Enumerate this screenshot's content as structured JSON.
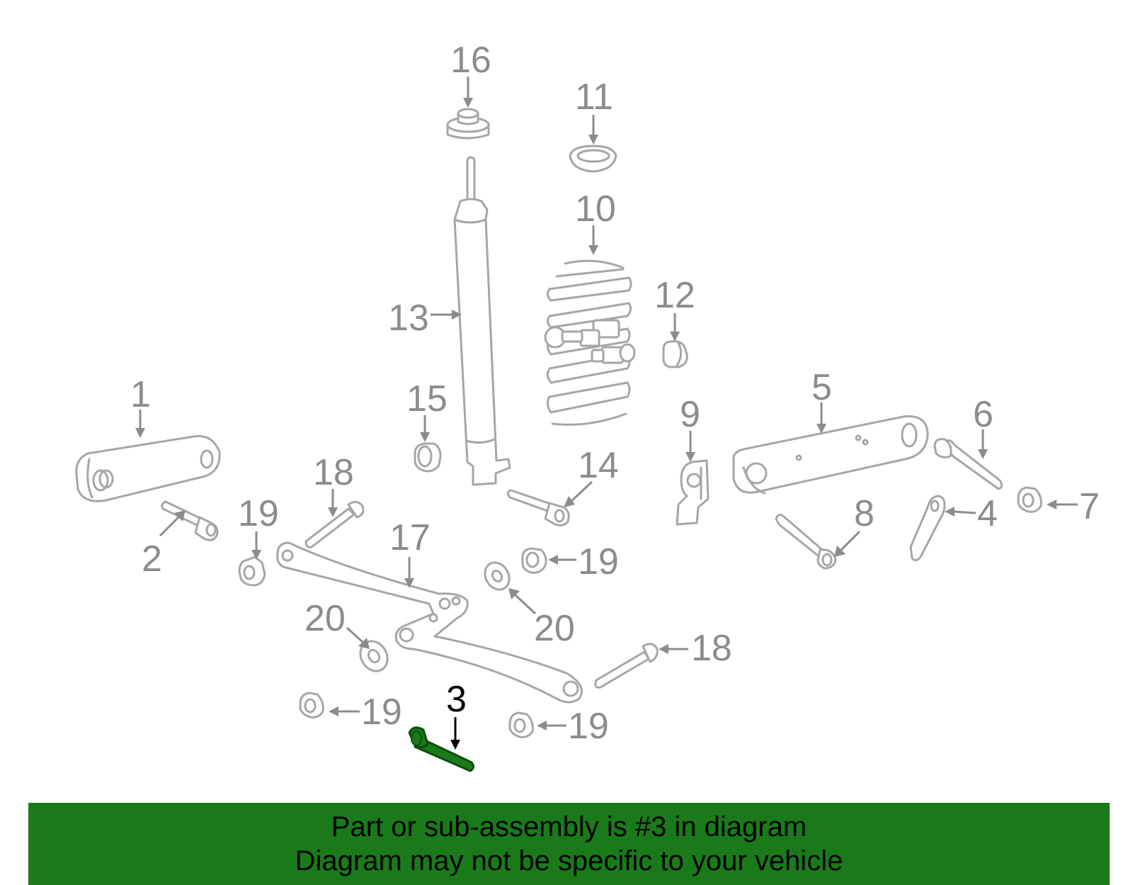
{
  "diagram": {
    "highlighted_part": "3",
    "highlight_color": "#1a7a1a",
    "part_color": "#a6a6a6",
    "label_color": "#8c8c8c",
    "callouts": {
      "c1": "1",
      "c2": "2",
      "c3": "3",
      "c4": "4",
      "c5": "5",
      "c6": "6",
      "c7": "7",
      "c8": "8",
      "c9": "9",
      "c10": "10",
      "c11": "11",
      "c12": "12",
      "c13": "13",
      "c14": "14",
      "c15": "15",
      "c16": "16",
      "c17": "17",
      "c18a": "18",
      "c18b": "18",
      "c19a": "19",
      "c19b": "19",
      "c19c": "19",
      "c19d": "19",
      "c20a": "20",
      "c20b": "20"
    }
  },
  "banner": {
    "line1": "Part or sub-assembly is #3 in diagram",
    "line2": "Diagram may not be specific to your vehicle"
  }
}
